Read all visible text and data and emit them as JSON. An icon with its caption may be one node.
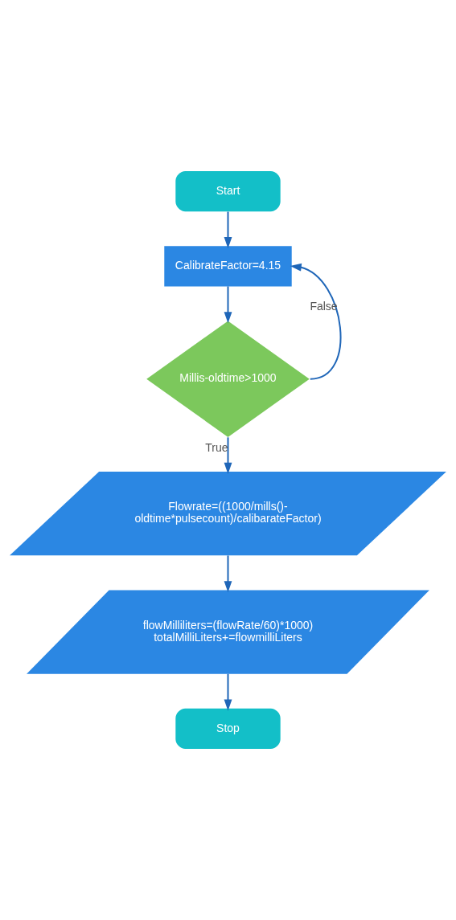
{
  "diagram": {
    "nodes": [
      {
        "text": [
          "Start"
        ]
      },
      {
        "text": [
          "CalibrateFactor=4.15"
        ]
      },
      {
        "text": [
          "Millis-oldtime>1000"
        ]
      },
      {
        "text": [
          "Flowrate=((1000/mills()- oldtime*pulsecount)/calibarateFactor)"
        ]
      },
      {
        "text": [
          "flowMilliliters=(flowRate/60)*1000) totalMilliLiters+=flowmilliLiters"
        ]
      },
      {
        "text": [
          "Stop"
        ]
      }
    ],
    "edges": [
      {
        "from": 0,
        "to": 1,
        "arrow": "to"
      },
      {
        "from": 1,
        "to": 2,
        "arrow": "to"
      },
      {
        "from": 2,
        "to": 1,
        "arrow": "to",
        "label": "False"
      },
      {
        "from": 2,
        "to": 3,
        "arrow": "to",
        "label": "True"
      },
      {
        "from": 3,
        "to": 4,
        "arrow": "to"
      },
      {
        "from": 4,
        "to": 5,
        "arrow": "to"
      }
    ]
  }
}
